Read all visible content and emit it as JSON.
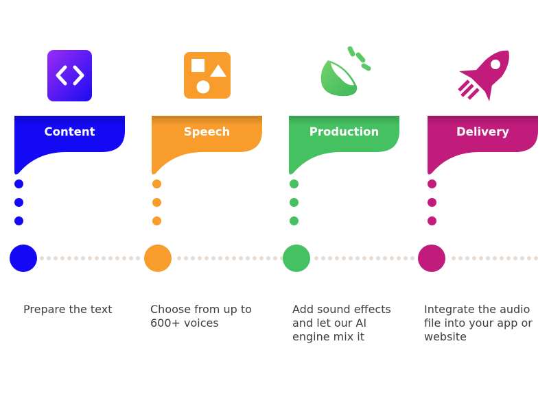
{
  "steps": [
    {
      "title": "Content",
      "description": "Prepare the text",
      "color": "#1409f5",
      "icon": "code-brackets-icon"
    },
    {
      "title": "Speech",
      "description": "Choose from up to\n600+ voices",
      "color": "#f89c2c",
      "icon": "shapes-icon"
    },
    {
      "title": "Production",
      "description": "Add sound effects\nand let our AI\nengine mix it",
      "color": "#45c162",
      "icon": "spotlight-icon"
    },
    {
      "title": "Delivery",
      "description": "Integrate the audio\nfile into your app or\nwebsite",
      "color": "#c11c7c",
      "icon": "rocket-icon"
    }
  ],
  "track_color": "#e6dcd4"
}
